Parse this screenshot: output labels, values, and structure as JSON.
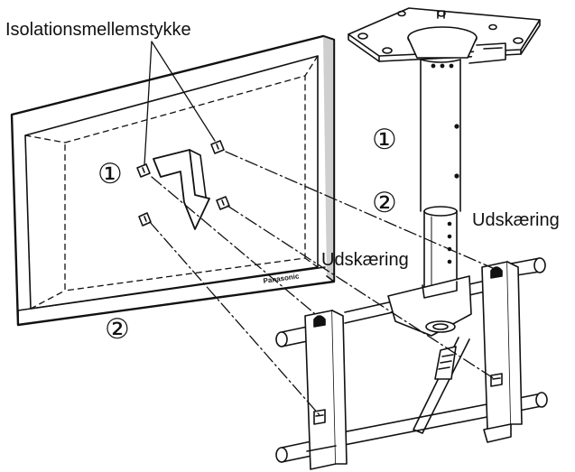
{
  "labels": {
    "spacer": "Isolationsmellemstykke",
    "cutout_right": "Udskæring",
    "cutout_left": "Udskæring",
    "step_one_a": "①",
    "step_one_b": "①",
    "step_two_a": "②",
    "step_two_b": "②",
    "brand": "Panasonic"
  },
  "colors": {
    "ink": "#111111",
    "paper": "#ffffff",
    "shade": "#d9d9d9"
  }
}
